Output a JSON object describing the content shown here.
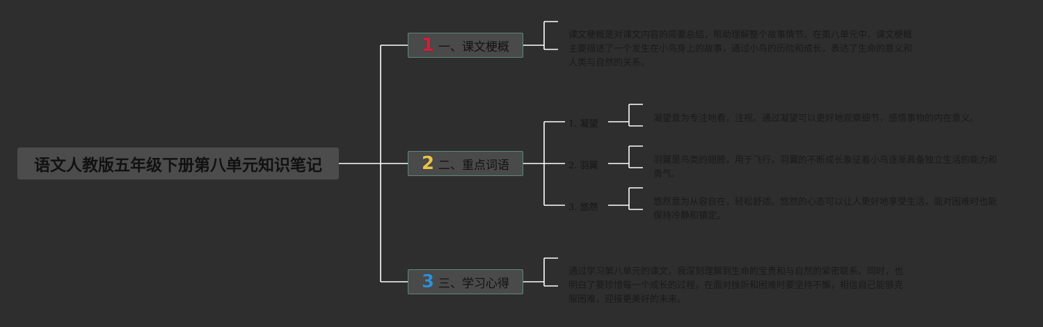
{
  "root": {
    "title": "语文人教版五年级下册第八单元知识笔记"
  },
  "colors": {
    "background": "#2e2e2e",
    "num1": "#d21f3c",
    "num2": "#e8c547",
    "num3": "#2f8fd8",
    "branch_border": "#5e8a78",
    "line": "#ffffff"
  },
  "branches": [
    {
      "number": "1",
      "label": "一、课文梗概",
      "text": "课文梗概是对课文内容的简要总结，帮助理解整个故事情节。在第八单元中，课文梗概主要描述了一个发生在小鸟身上的故事，通过小鸟的历险和成长，表达了生命的意义和人类与自然的关系。"
    },
    {
      "number": "2",
      "label": "二、重点词语",
      "words": [
        {
          "term": "1. 凝望",
          "text": "凝望意为专注地看，注视。通过凝望可以更好地观察细节，感悟事物的内在意义。"
        },
        {
          "term": "2. 羽翼",
          "text": "羽翼是鸟类的翅膀，用于飞行。羽翼的不断成长象征着小鸟逐渐具备独立生活的能力和勇气。"
        },
        {
          "term": "3. 悠然",
          "text": "悠然意为从容自在，轻松舒适。悠然的心态可以让人更好地享受生活，面对困难时也能保持冷静和镇定。"
        }
      ]
    },
    {
      "number": "3",
      "label": "三、学习心得",
      "text": "通过学习第八单元的课文，我深刻理解到生命的宝贵和与自然的紧密联系。同时，也明白了要珍惜每一个成长的过程，在面对挫折和困难时要坚持不懈，相信自己能够克服困难，迎接更美好的未来。"
    }
  ]
}
